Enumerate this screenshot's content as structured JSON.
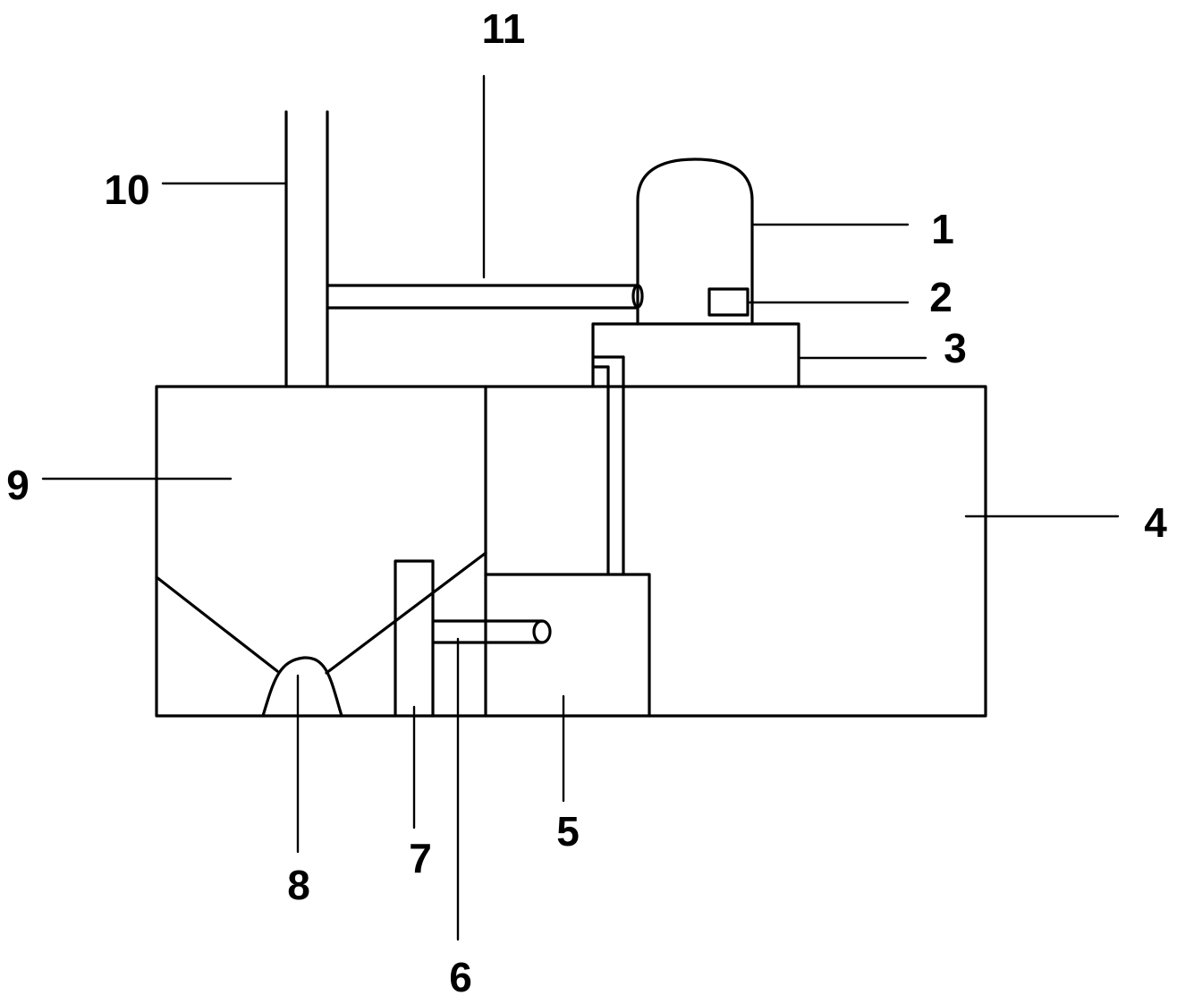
{
  "figure": {
    "background": "#ffffff",
    "line_color": "#000000",
    "labels": {
      "l1": "1",
      "l2": "2",
      "l3": "3",
      "l4": "4",
      "l5": "5",
      "l6": "6",
      "l7": "7",
      "l8": "8",
      "l9": "9",
      "l10": "10",
      "l11": "11"
    }
  }
}
